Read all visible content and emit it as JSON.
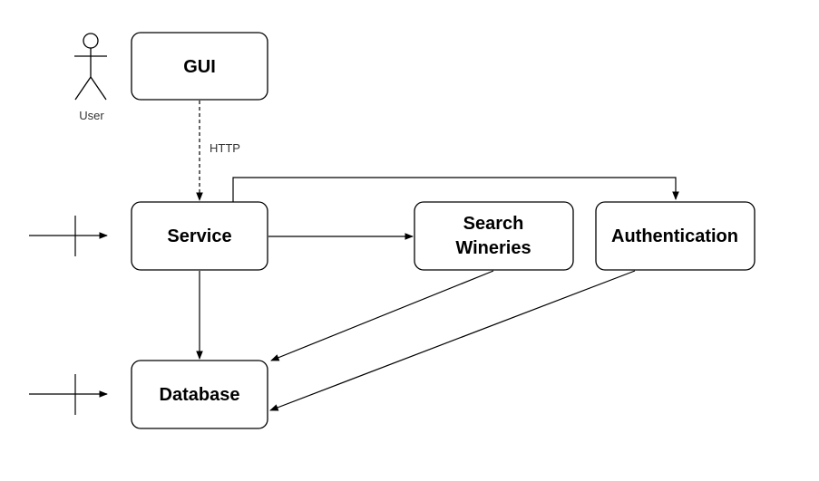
{
  "nodes": {
    "gui": {
      "label": "GUI"
    },
    "service": {
      "label": "Service"
    },
    "search": {
      "line1": "Search",
      "line2": "Wineries"
    },
    "auth": {
      "label": "Authentication"
    },
    "database": {
      "label": "Database"
    }
  },
  "actor": {
    "label": "User"
  },
  "edges": {
    "gui_service": {
      "label": "HTTP"
    }
  },
  "colors": {
    "stroke": "#000000",
    "fill": "#ffffff"
  }
}
